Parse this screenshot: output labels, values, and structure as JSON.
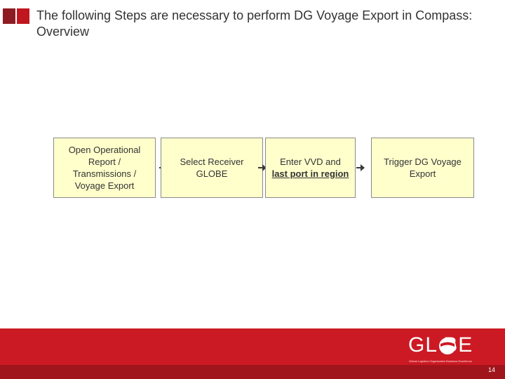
{
  "slide": {
    "title": "The following Steps are necessary to perform DG Voyage Export in Compass: Overview",
    "page_number": "14"
  },
  "steps": [
    {
      "text": "Open Operational Report / Transmissions / Voyage Export"
    },
    {
      "text": "Select Receiver GLOBE"
    },
    {
      "text_pre": "Enter VVD and ",
      "text_emph": "last port in region"
    },
    {
      "text": "Trigger DG Voyage Export"
    }
  ],
  "logo": {
    "text": "GL BE",
    "tagline": "Global Logistics Organization Business Excellence"
  },
  "colors": {
    "accent_red": "#cc1a24",
    "dark_red": "#8e1b22",
    "step_fill": "#ffffcc"
  }
}
